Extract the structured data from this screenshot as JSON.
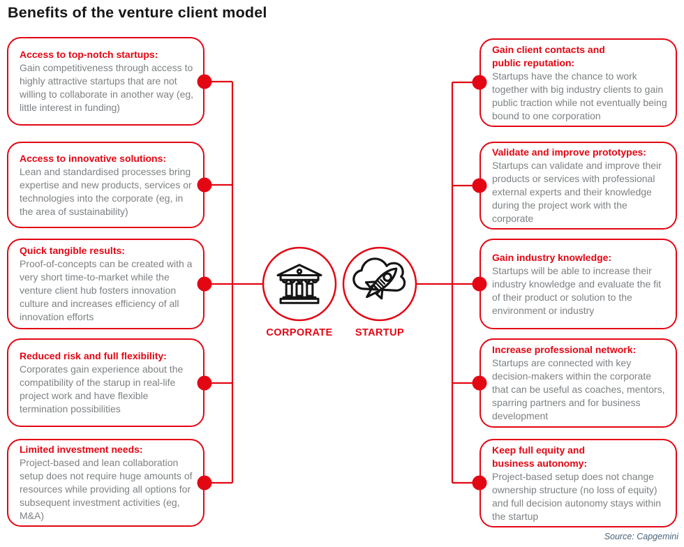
{
  "title": "Benefits of the venture client model",
  "source_note": "Source: Capgemini",
  "colors": {
    "accent_red": "#e30613",
    "body_text_gray": "#7d8083",
    "title_black": "#161616",
    "source_blue_gray": "#49637a",
    "icon_black": "#141414"
  },
  "center": {
    "corporate_label": "CORPORATE",
    "startup_label": "STARTUP",
    "corporate_icon": "bank-building-icon",
    "startup_icon": "rocket-cloud-icon"
  },
  "left_boxes": [
    {
      "heading": "Access to top-notch startups:",
      "body": "Gain competitiveness through access to highly attractive startups that are not willing to collaborate in another way (eg, little interest in funding)"
    },
    {
      "heading": "Access to innovative solutions:",
      "body": "Lean and standardised processes bring expertise and new products, services or technologies into the corporate (eg, in the area of sustainability)"
    },
    {
      "heading": "Quick tangible results:",
      "body": "Proof-of-concepts can be created with a very short time-to-market while the venture client hub fosters innovation culture and increases efficiency of all innovation efforts"
    },
    {
      "heading": "Reduced risk and full flexibility:",
      "body": "Corporates gain experience about the compatibility of the starup in real-life project work and have flexible termination possibilities"
    },
    {
      "heading": "Limited investment needs:",
      "body": "Project-based and lean collaboration setup does not require huge amounts of resources while providing all options for subsequent investment activities (eg, M&A)"
    }
  ],
  "right_boxes": [
    {
      "heading": "Gain client contacts and\npublic reputation:",
      "body": "Startups have the chance to work together with big industry clients to gain public traction while not eventually being bound to one corporation"
    },
    {
      "heading": "Validate and improve prototypes:",
      "body": "Startups can validate and improve their products or services with professional external experts and their knowledge during the project work with the corporate"
    },
    {
      "heading": "Gain industry knowledge:",
      "body": "Startups will be able to increase their industry knowledge and evaluate the fit of their product or solution to the environment or industry"
    },
    {
      "heading": "Increase professional network:",
      "body": "Startups are connected with key decision-makers within the corporate that can be useful as coaches, mentors, sparring partners and for business development"
    },
    {
      "heading": "Keep full equity and\nbusiness autonomy:",
      "body": "Project-based setup does not change ownership structure (no loss of equity) and full decision autonomy stays within the startup"
    }
  ]
}
